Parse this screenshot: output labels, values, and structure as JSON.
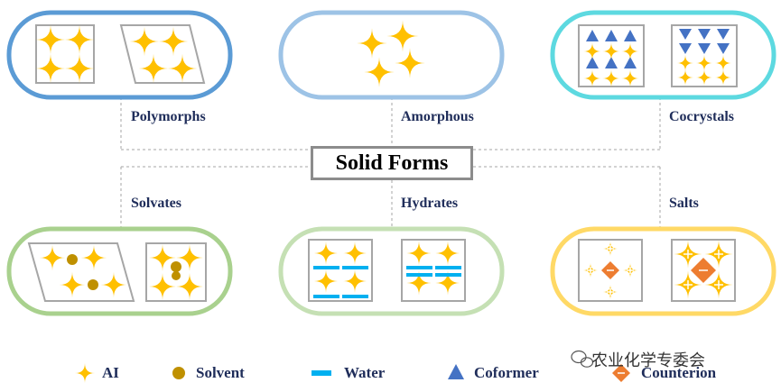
{
  "title": "Solid Forms",
  "forms": {
    "polymorphs": "Polymorphs",
    "amorphous": "Amorphous",
    "cocrystals": "Cocrystals",
    "solvates": "Solvates",
    "hydrates": "Hydrates",
    "salts": "Salts"
  },
  "legend": {
    "ai": "AI",
    "solvent": "Solvent",
    "water": "Water",
    "coformer": "Coformer",
    "counterion": "Counterion"
  },
  "watermark": "农业化学专委会",
  "colors": {
    "ai_star": "#ffc000",
    "solvent": "#bf9000",
    "water": "#00b0f0",
    "coformer": "#4472c4",
    "counterion": "#ed7d31",
    "polymorphs_border": "#5b9bd5",
    "amorphous_border": "#9dc3e6",
    "cocrystals_border": "#5dd9e0",
    "solvates_border": "#a9d18e",
    "hydrates_border": "#c5e0b4",
    "salts_border": "#ffd966"
  }
}
